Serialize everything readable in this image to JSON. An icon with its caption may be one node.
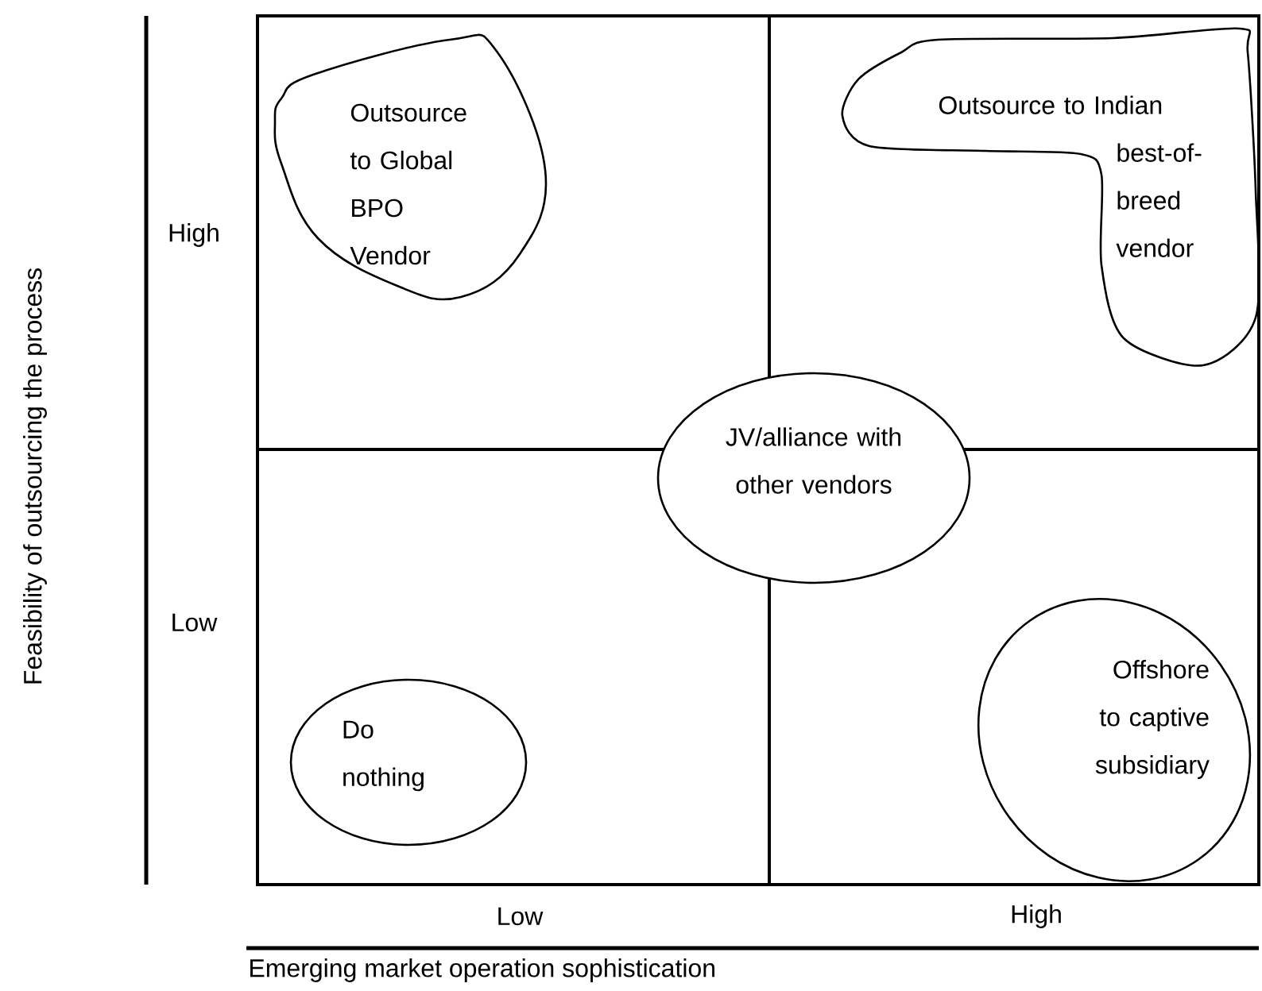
{
  "diagram": {
    "nodes": [
      {
        "text": [
          "Outsource to Global BPO Vendor"
        ]
      },
      {
        "text": [
          "Outsource to Indian best-of-breed vendor"
        ]
      },
      {
        "text": [
          "JV/alliance with other vendors"
        ]
      },
      {
        "text": [
          "Do nothing"
        ]
      },
      {
        "text": [
          "Offshore to captive subsidiary"
        ]
      }
    ],
    "labels": [
      "Feasibility of outsourcing the process",
      "High",
      "Low",
      "Low",
      "High",
      "Emerging market operation sophistication"
    ]
  }
}
